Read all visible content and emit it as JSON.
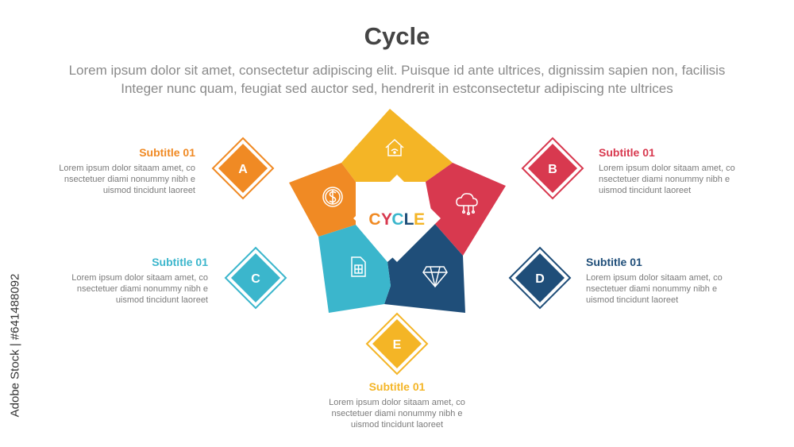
{
  "header": {
    "title": "Cycle",
    "description_line1": "Lorem ipsum dolor sit amet, consectetur adipiscing elit. Puisque id ante ultrices, dignissim sapien non, facilisis",
    "description_line2": "Integer nunc quam, feugiat sed auctor sed, hendrerit in estconsectetur adipiscing nte ultrices"
  },
  "center_label": {
    "letters": [
      "C",
      "Y",
      "C",
      "L",
      "E"
    ]
  },
  "colors": {
    "orange": "#f08a24",
    "red": "#d8394f",
    "teal": "#3bb6cc",
    "navy": "#1f4e79",
    "yellow": "#f4b526",
    "title": "#444444",
    "body_text": "#7b7b7b"
  },
  "segments": [
    {
      "color": "#f4b526",
      "icon": "home-icon"
    },
    {
      "color": "#d8394f",
      "icon": "cloud-icon"
    },
    {
      "color": "#1f4e79",
      "icon": "diamond-icon"
    },
    {
      "color": "#3bb6cc",
      "icon": "sim-card-icon"
    },
    {
      "color": "#f08a24",
      "icon": "dollar-coin-icon"
    }
  ],
  "items": {
    "a": {
      "letter": "A",
      "subtitle": "Subtitle 01",
      "color": "#f08a24",
      "line1": "Lorem ipsum dolor sitaam amet, co",
      "line2": "nsectetuer diami nonummy  nibh e",
      "line3": "uismod tincidunt laoreet"
    },
    "b": {
      "letter": "B",
      "subtitle": "Subtitle 01",
      "color": "#d8394f",
      "line1": "Lorem ipsum dolor sitaam amet, co",
      "line2": "nsectetuer diami nonummy  nibh e",
      "line3": "uismod tincidunt laoreet"
    },
    "c": {
      "letter": "C",
      "subtitle": "Subtitle 01",
      "color": "#3bb6cc",
      "line1": "Lorem ipsum dolor sitaam amet, co",
      "line2": "nsectetuer diami nonummy  nibh e",
      "line3": "uismod tincidunt laoreet"
    },
    "d": {
      "letter": "D",
      "subtitle": "Subtitle 01",
      "color": "#1f4e79",
      "line1": "Lorem ipsum dolor sitaam amet, co",
      "line2": "nsectetuer diami nonummy  nibh e",
      "line3": "uismod tincidunt laoreet"
    },
    "e": {
      "letter": "E",
      "subtitle": "Subtitle 01",
      "color": "#f4b526",
      "line1": "Lorem ipsum dolor sitaam amet, co",
      "line2": "nsectetuer diami nonummy  nibh e",
      "line3": "uismod tincidunt laoreet"
    }
  },
  "watermark": {
    "stock_id": "Adobe Stock | #641488092"
  }
}
